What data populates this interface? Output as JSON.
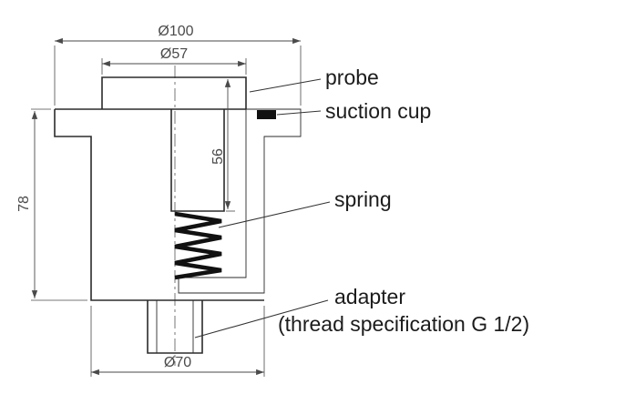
{
  "diagram": {
    "type": "technical-cross-section-drawing",
    "labels": {
      "probe": "probe",
      "suction_cup": "suction cup",
      "spring": "spring",
      "adapter": "adapter",
      "adapter_note": "(thread specification G 1/2)"
    },
    "dimensions": {
      "outer_diameter": "Ø100",
      "probe_diameter": "Ø57",
      "probe_depth": "56",
      "body_height": "78",
      "adapter_flange_diameter": "Ø70"
    },
    "colors": {
      "line": "#2b2b2b",
      "dimension": "#4a4a4a",
      "label_text": "#1c1c1c",
      "background": "#ffffff"
    }
  }
}
